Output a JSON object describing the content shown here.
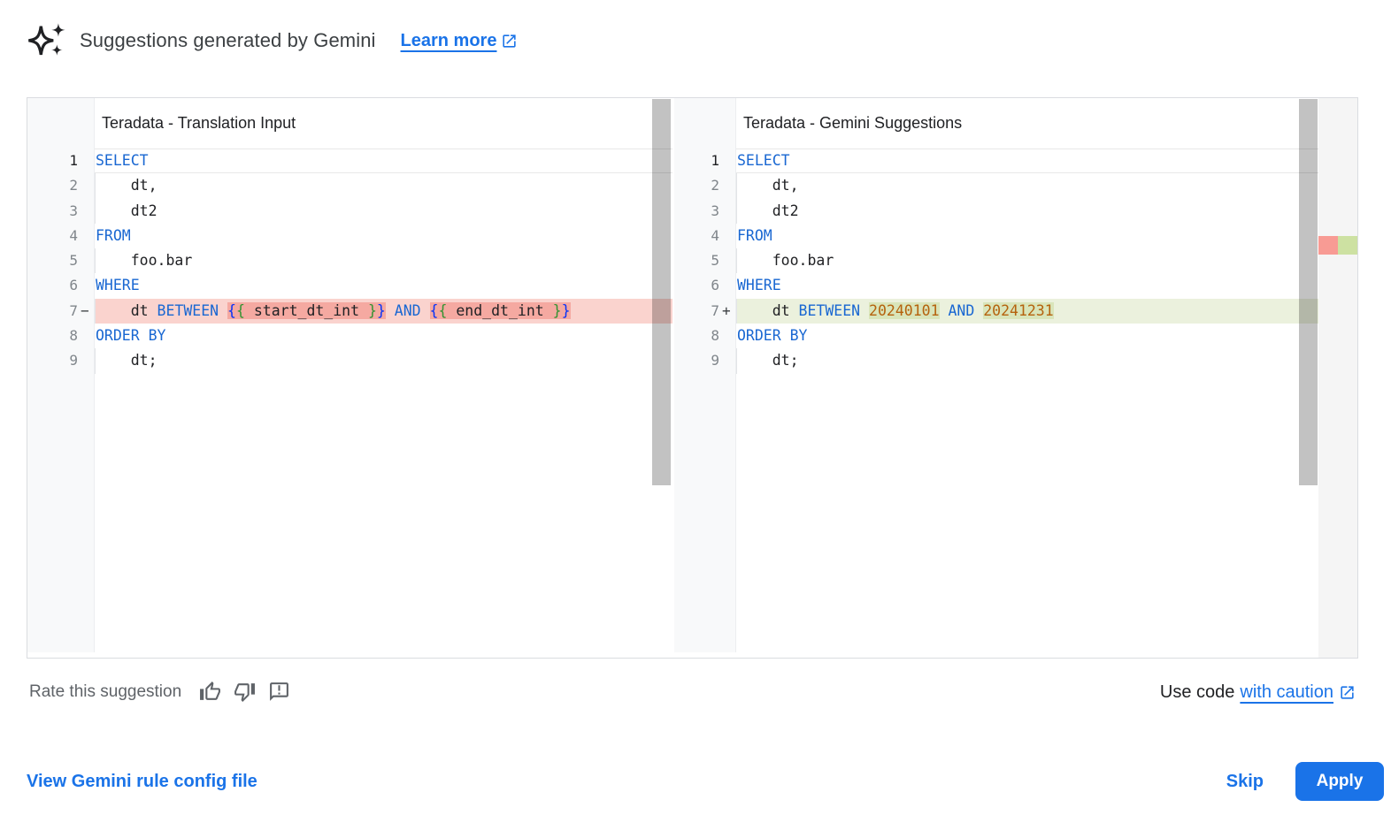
{
  "header": {
    "title": "Suggestions generated by Gemini",
    "learn_more_label": "Learn more"
  },
  "diff": {
    "left": {
      "title": "Teradata - Translation Input",
      "lines": [
        {
          "num": "1",
          "dec": "",
          "cls": "cur",
          "tokens": [
            {
              "t": "SELECT",
              "c": "kw"
            }
          ]
        },
        {
          "num": "2",
          "dec": "",
          "cls": "ind",
          "tokens": [
            {
              "t": "    dt,",
              "c": ""
            }
          ]
        },
        {
          "num": "3",
          "dec": "",
          "cls": "ind",
          "tokens": [
            {
              "t": "    dt2",
              "c": ""
            }
          ]
        },
        {
          "num": "4",
          "dec": "",
          "cls": "",
          "tokens": [
            {
              "t": "FROM",
              "c": "kw"
            }
          ]
        },
        {
          "num": "5",
          "dec": "",
          "cls": "ind",
          "tokens": [
            {
              "t": "    foo.bar",
              "c": ""
            }
          ]
        },
        {
          "num": "6",
          "dec": "",
          "cls": "",
          "tokens": [
            {
              "t": "WHERE",
              "c": "kw"
            }
          ]
        },
        {
          "num": "7",
          "dec": "−",
          "cls": "del ind",
          "tokens": [
            {
              "t": "    dt ",
              "c": ""
            },
            {
              "t": "BETWEEN",
              "c": "kw"
            },
            {
              "t": " ",
              "c": ""
            },
            {
              "t": "{",
              "c": "b1 ch"
            },
            {
              "t": "{",
              "c": "b2 ch"
            },
            {
              "t": " start_dt_int ",
              "c": "ch"
            },
            {
              "t": "}",
              "c": "b2 ch"
            },
            {
              "t": "}",
              "c": "b1 ch"
            },
            {
              "t": " ",
              "c": ""
            },
            {
              "t": "AND",
              "c": "kw"
            },
            {
              "t": " ",
              "c": ""
            },
            {
              "t": "{",
              "c": "b1 ch"
            },
            {
              "t": "{",
              "c": "b2 ch"
            },
            {
              "t": " end_dt_int ",
              "c": "ch"
            },
            {
              "t": "}",
              "c": "b2 ch"
            },
            {
              "t": "}",
              "c": "b1 ch"
            }
          ]
        },
        {
          "num": "8",
          "dec": "",
          "cls": "",
          "tokens": [
            {
              "t": "ORDER BY",
              "c": "kw"
            }
          ]
        },
        {
          "num": "9",
          "dec": "",
          "cls": "ind",
          "tokens": [
            {
              "t": "    dt;",
              "c": ""
            }
          ]
        }
      ]
    },
    "right": {
      "title": "Teradata - Gemini Suggestions",
      "lines": [
        {
          "num": "1",
          "dec": "",
          "cls": "cur",
          "tokens": [
            {
              "t": "SELECT",
              "c": "kw"
            }
          ]
        },
        {
          "num": "2",
          "dec": "",
          "cls": "ind",
          "tokens": [
            {
              "t": "    dt,",
              "c": ""
            }
          ]
        },
        {
          "num": "3",
          "dec": "",
          "cls": "ind",
          "tokens": [
            {
              "t": "    dt2",
              "c": ""
            }
          ]
        },
        {
          "num": "4",
          "dec": "",
          "cls": "",
          "tokens": [
            {
              "t": "FROM",
              "c": "kw"
            }
          ]
        },
        {
          "num": "5",
          "dec": "",
          "cls": "ind",
          "tokens": [
            {
              "t": "    foo.bar",
              "c": ""
            }
          ]
        },
        {
          "num": "6",
          "dec": "",
          "cls": "",
          "tokens": [
            {
              "t": "WHERE",
              "c": "kw"
            }
          ]
        },
        {
          "num": "7",
          "dec": "+",
          "cls": "ins ind",
          "tokens": [
            {
              "t": "    dt ",
              "c": ""
            },
            {
              "t": "BETWEEN",
              "c": "kw"
            },
            {
              "t": " ",
              "c": ""
            },
            {
              "t": "20240101",
              "c": "num ch"
            },
            {
              "t": " ",
              "c": ""
            },
            {
              "t": "AND",
              "c": "kw"
            },
            {
              "t": " ",
              "c": ""
            },
            {
              "t": "20241231",
              "c": "num ch"
            }
          ]
        },
        {
          "num": "8",
          "dec": "",
          "cls": "",
          "tokens": [
            {
              "t": "ORDER BY",
              "c": "kw"
            }
          ]
        },
        {
          "num": "9",
          "dec": "",
          "cls": "ind",
          "tokens": [
            {
              "t": "    dt;",
              "c": ""
            }
          ]
        }
      ]
    }
  },
  "rate": {
    "label": "Rate this suggestion"
  },
  "caution": {
    "prefix": "Use code",
    "link": "with caution"
  },
  "footer": {
    "view_config_label": "View Gemini rule config file",
    "skip_label": "Skip",
    "apply_label": "Apply"
  },
  "colors": {
    "accent": "#1a73e8",
    "keyword": "#1967d2",
    "number_literal": "#b5620d",
    "bracket_outer": "#0431fa",
    "bracket_inner": "#319331",
    "line_delete_bg": "#fad3ce",
    "char_delete_bg": "#f5a9a1",
    "line_insert_bg": "#ebf1dd",
    "char_insert_bg": "#d9e5ba",
    "ruler_delete": "#f89b94",
    "ruler_insert": "#cde1a2"
  }
}
